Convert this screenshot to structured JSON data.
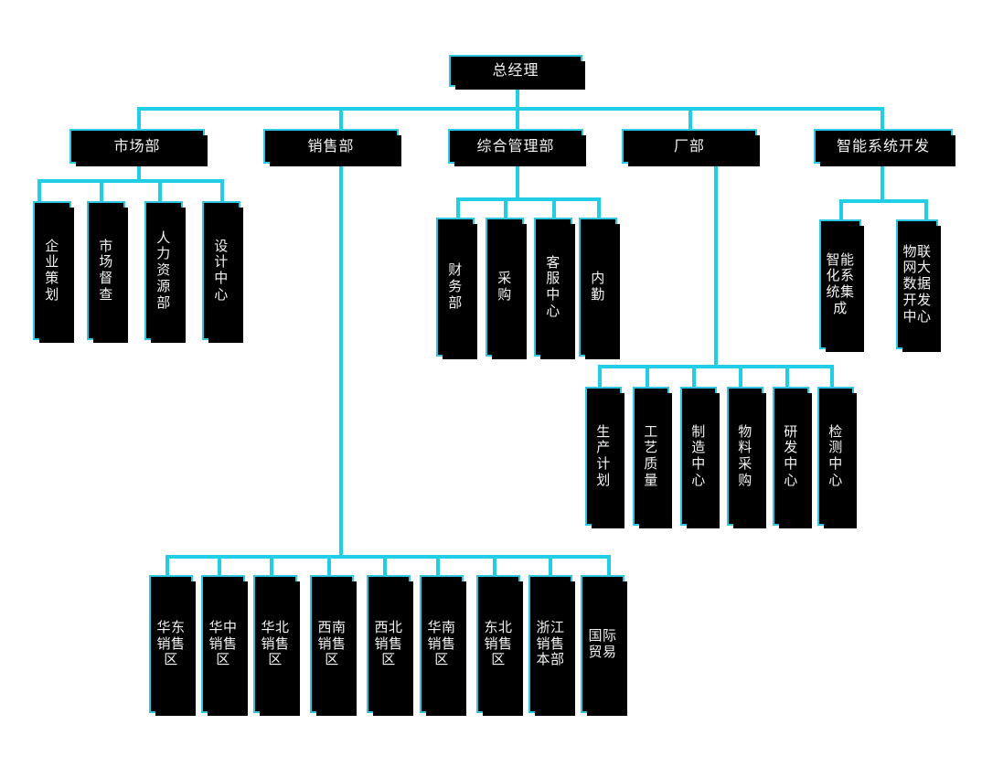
{
  "meta": {
    "title": "组织结构图",
    "colors": {
      "box_fill": "#000000",
      "box_border": "#2ec6e0",
      "connector": "#22cde6",
      "text": "#f2f2f2",
      "background": "#ffffff"
    }
  },
  "root": {
    "id": "general-manager",
    "label": "总经理"
  },
  "level2": [
    {
      "id": "marketing-dept",
      "label": "市场部"
    },
    {
      "id": "sales-dept",
      "label": "销售部"
    },
    {
      "id": "general-admin-dept",
      "label": "综合管理部"
    },
    {
      "id": "factory-dept",
      "label": "厂部"
    },
    {
      "id": "intelligent-system-dev",
      "label": "智能系统开发"
    }
  ],
  "marketing_children": [
    {
      "id": "enterprise-planning",
      "label": "企\n业\n策\n划"
    },
    {
      "id": "market-supervision",
      "label": "市\n场\n督\n查"
    },
    {
      "id": "human-resources",
      "label": "人\n力\n资\n源\n部"
    },
    {
      "id": "design-center",
      "label": "设\n计\n中\n心"
    }
  ],
  "general_admin_children": [
    {
      "id": "finance-dept",
      "label": "财\n务\n部"
    },
    {
      "id": "procurement",
      "label": "采\n购"
    },
    {
      "id": "customer-service",
      "label": "客\n服\n中\n心"
    },
    {
      "id": "internal-affairs",
      "label": "内\n勤"
    }
  ],
  "intelligent_children": [
    {
      "id": "intelligent-system-integration",
      "label": "智能\n化系\n统集\n成"
    },
    {
      "id": "iot-bigdata-dev-center",
      "label": "物联\n网大\n数据\n开发\n中心"
    }
  ],
  "factory_children": [
    {
      "id": "production-planning",
      "label": "生\n产\n计\n划"
    },
    {
      "id": "process-quality",
      "label": "工\n艺\n质\n量"
    },
    {
      "id": "manufacturing-center",
      "label": "制\n造\n中\n心"
    },
    {
      "id": "material-procurement",
      "label": "物\n料\n采\n购"
    },
    {
      "id": "rd-center",
      "label": "研\n发\n中\n心"
    },
    {
      "id": "inspection-center",
      "label": "检\n测\n中\n心"
    }
  ],
  "sales_children": [
    {
      "id": "east-china-sales",
      "label": "华东\n销售\n区"
    },
    {
      "id": "central-china-sales",
      "label": "华中\n销售\n区"
    },
    {
      "id": "north-china-sales",
      "label": "华北\n销售\n区"
    },
    {
      "id": "southwest-sales",
      "label": "西南\n销售\n区"
    },
    {
      "id": "northwest-sales",
      "label": "西北\n销售\n区"
    },
    {
      "id": "south-china-sales",
      "label": "华南\n销售\n区"
    },
    {
      "id": "northeast-sales",
      "label": "东北\n销售\n区"
    },
    {
      "id": "zhejiang-sales-hq",
      "label": "浙江\n销售\n本部"
    },
    {
      "id": "international-trade",
      "label": "国际\n贸易"
    }
  ]
}
